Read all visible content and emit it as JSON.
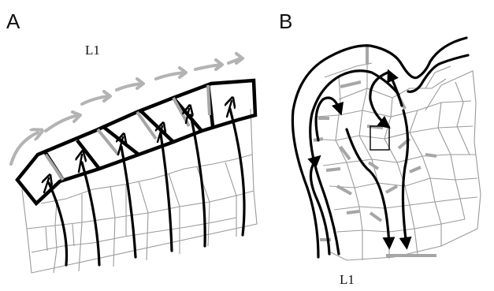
{
  "panel_a": {
    "letter": "A",
    "layer_label": "L1"
  },
  "panel_b": {
    "letter": "B",
    "layer_label": "L1"
  }
}
